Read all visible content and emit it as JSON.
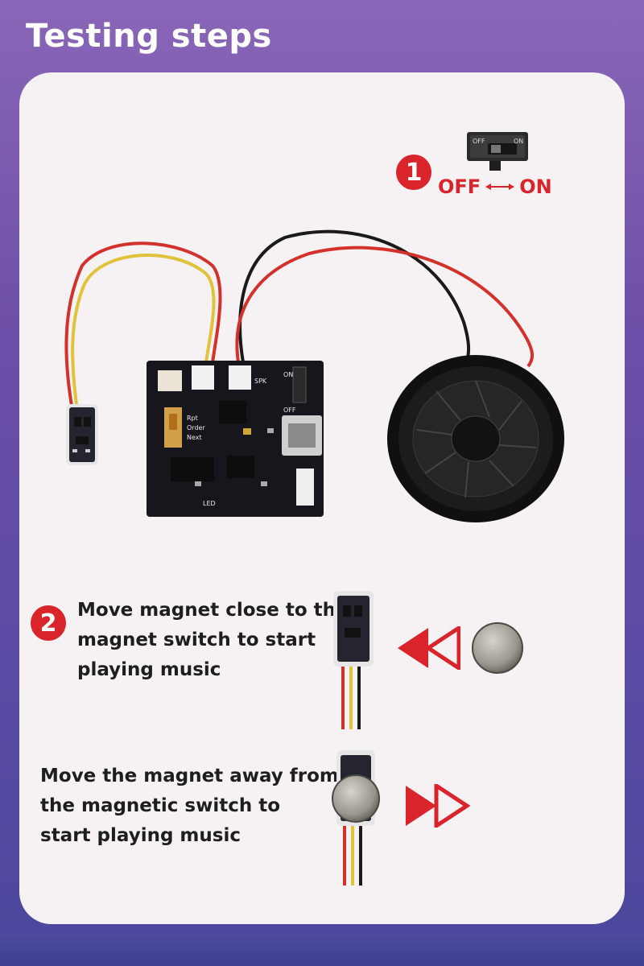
{
  "header": {
    "title": "Testing steps"
  },
  "step1": {
    "number": "1",
    "off_label": "OFF",
    "on_label": "ON",
    "switch_off_text": "OFF",
    "switch_on_text": "ON"
  },
  "board": {
    "labels": [
      "Rpt",
      "Order",
      "Next",
      "LED",
      "OFF",
      "ON",
      "SPK"
    ]
  },
  "step2": {
    "number": "2",
    "lines": [
      "Move magnet close to the",
      "magnet switch to start",
      "playing music"
    ]
  },
  "step3": {
    "lines": [
      "Move the magnet away from",
      "the magnetic switch to",
      "start playing music"
    ]
  },
  "colors": {
    "accent_red": "#d9242b",
    "card_bg": "#f6f2f4",
    "header_purple": "#7a5cb3"
  }
}
